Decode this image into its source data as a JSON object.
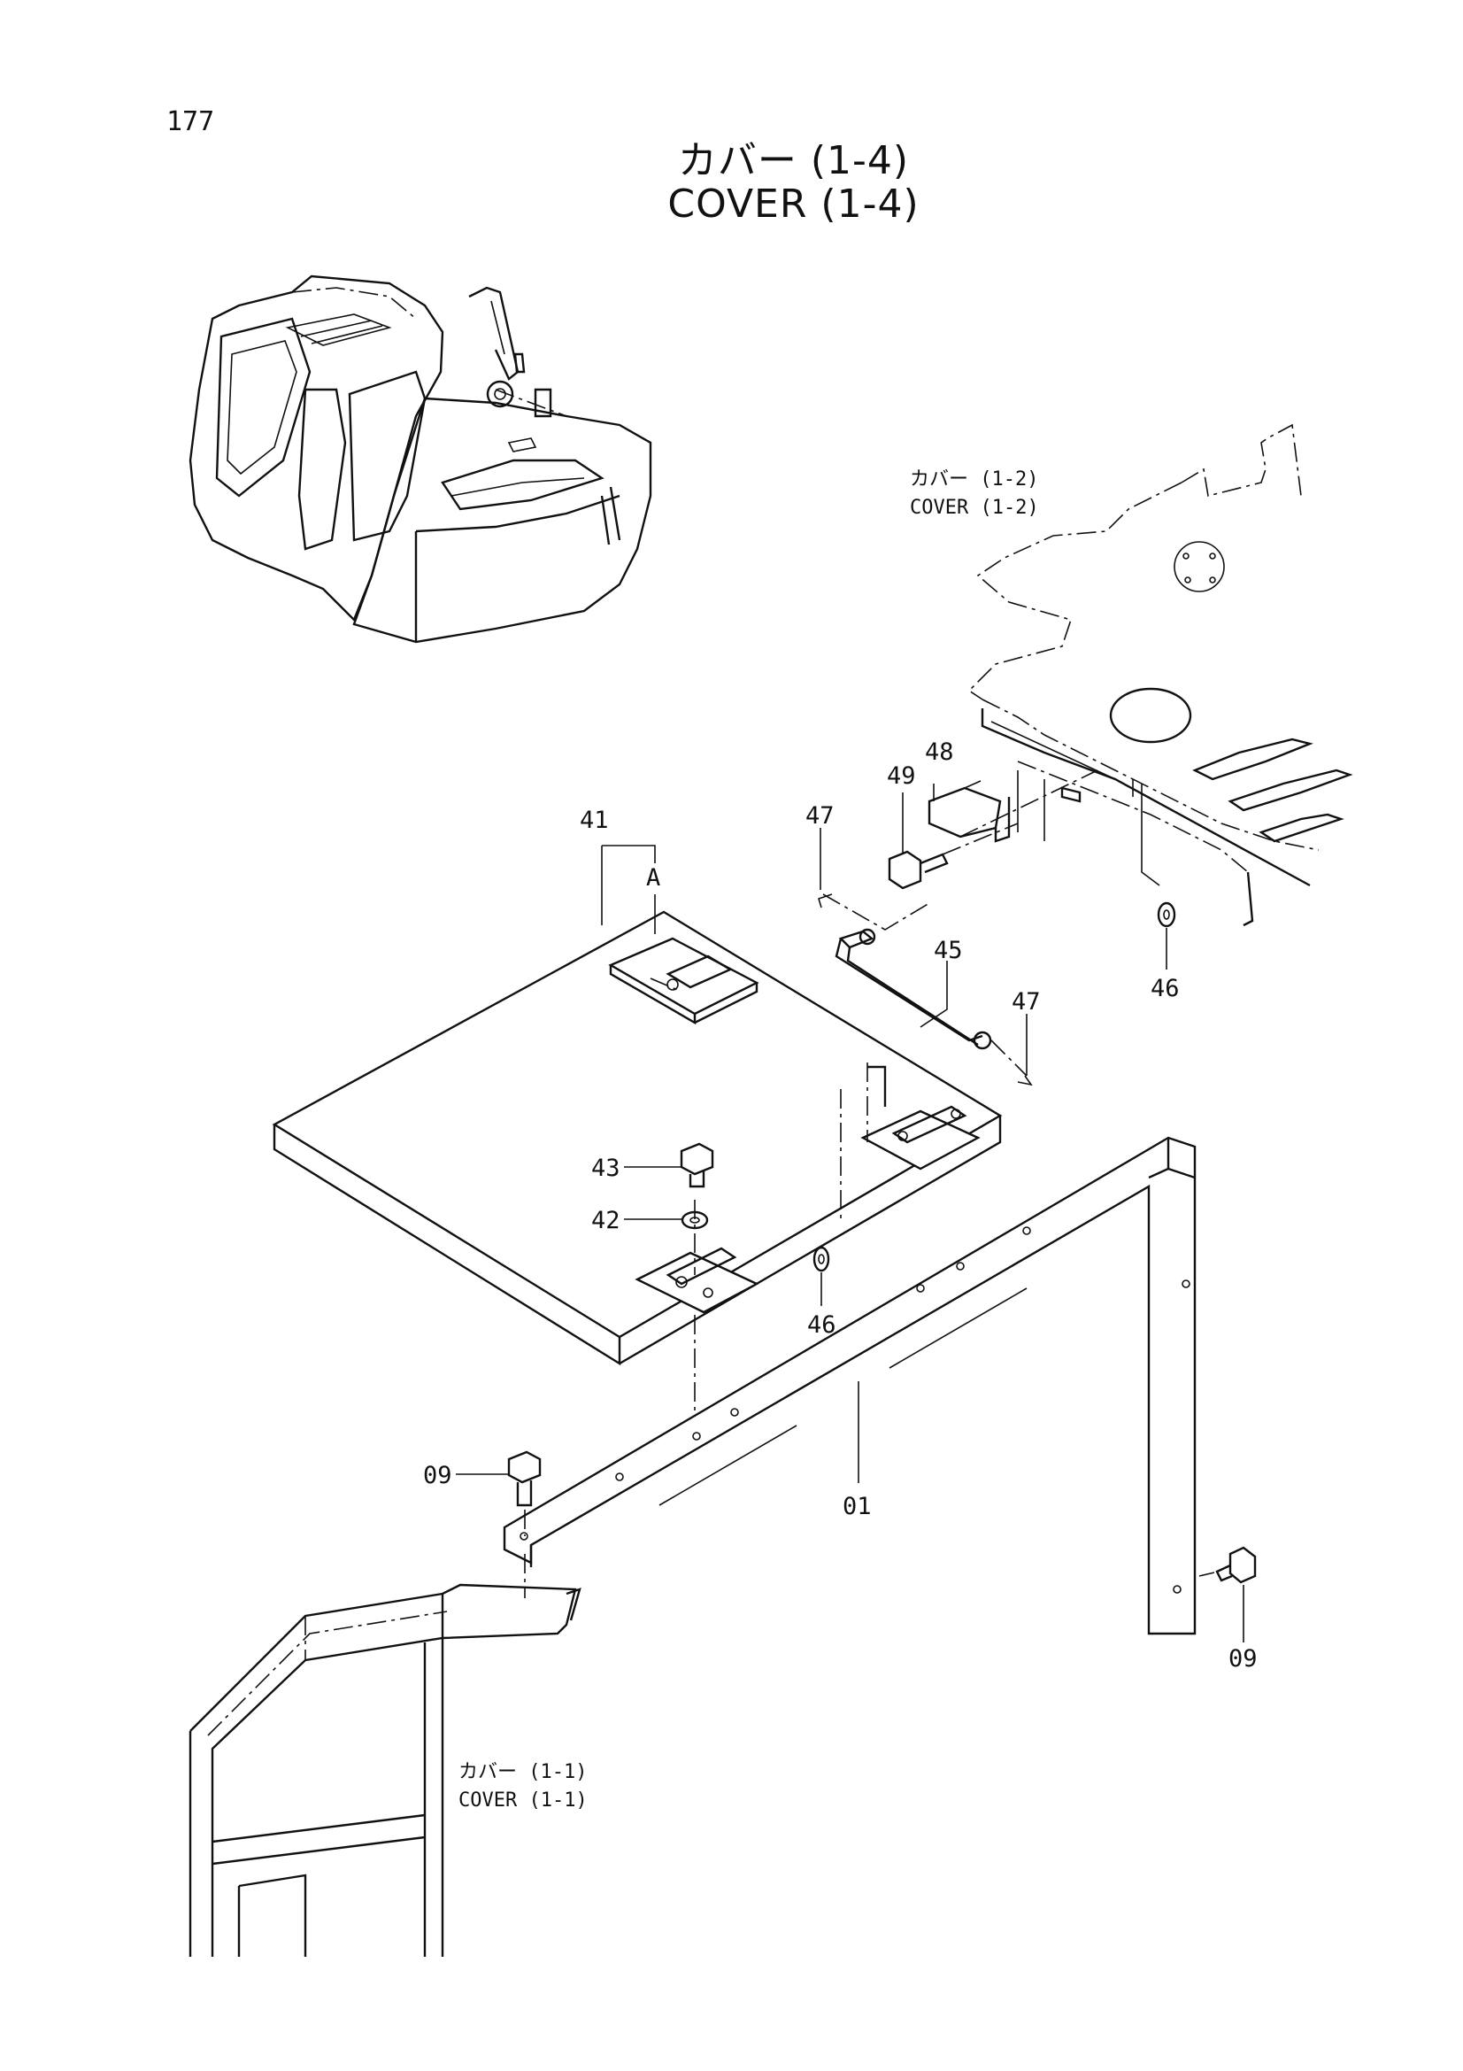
{
  "page_number": "177",
  "title_jp": "カバー (1-4)",
  "title_en": "COVER (1-4)",
  "references": {
    "cover_1_2_jp": "カバー (1-2)",
    "cover_1_2_en": "COVER (1-2)",
    "cover_1_1_jp": "カバー (1-1)",
    "cover_1_1_en": "COVER (1-1)"
  },
  "part_labels": {
    "p41": "41",
    "pA": "A",
    "p47a": "47",
    "p49": "49",
    "p48": "48",
    "p45": "45",
    "p47b": "47",
    "p46a": "46",
    "p43": "43",
    "p42": "42",
    "p46b": "46",
    "p09a": "09",
    "p01": "01",
    "p09b": "09"
  }
}
